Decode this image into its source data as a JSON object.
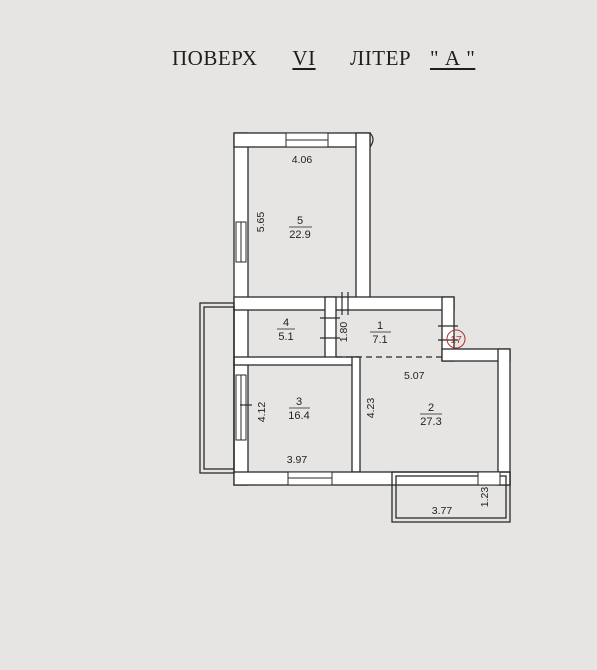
{
  "header": {
    "floor_label": "ПОВЕРХ",
    "floor_value": "VI",
    "letter_label": "ЛІТЕР",
    "letter_value": "\" А \""
  },
  "rooms": [
    {
      "number": "5",
      "area": "22.9"
    },
    {
      "number": "4",
      "area": "5.1"
    },
    {
      "number": "1",
      "area": "7.1"
    },
    {
      "number": "3",
      "area": "16.4"
    },
    {
      "number": "2",
      "area": "27.3"
    }
  ],
  "dimensions": {
    "room5_width": "4.06",
    "room5_height": "5.65",
    "room1_height": "1.80",
    "room2_width": "5.07",
    "room3_height": "4.12",
    "room2_height": "4.23",
    "room3_width": "3.97",
    "balcony_width": "3.77",
    "balcony_height": "1.23"
  },
  "apartment_number": "17",
  "colors": {
    "wall": "#ffffff",
    "line": "#2a2a2a",
    "paper": "#e6e5e3",
    "marker": "#b03030"
  }
}
